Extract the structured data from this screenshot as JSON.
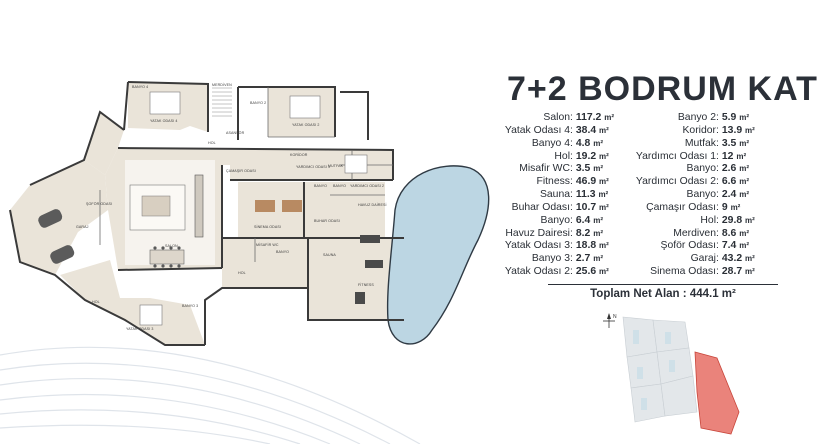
{
  "header": {
    "title": "7+2 BODRUM KAT"
  },
  "unit_symbol": "m²",
  "areas_left": [
    {
      "name": "Salon",
      "value": "117.2"
    },
    {
      "name": "Yatak Odası 4",
      "value": "38.4"
    },
    {
      "name": "Banyo 4",
      "value": "4.8"
    },
    {
      "name": "Hol",
      "value": "19.2"
    },
    {
      "name": "Misafir WC",
      "value": "3.5"
    },
    {
      "name": "Fitness",
      "value": "46.9"
    },
    {
      "name": "Sauna",
      "value": "11.3"
    },
    {
      "name": "Buhar Odası",
      "value": "10.7"
    },
    {
      "name": "Banyo",
      "value": "6.4"
    },
    {
      "name": "Havuz Dairesi",
      "value": "8.2"
    },
    {
      "name": "Yatak Odası 3",
      "value": "18.8"
    },
    {
      "name": "Banyo 3",
      "value": "2.7"
    },
    {
      "name": "Yatak Odası 2",
      "value": "25.6"
    }
  ],
  "areas_right": [
    {
      "name": "Banyo 2",
      "value": "5.9"
    },
    {
      "name": "Koridor",
      "value": "13.9"
    },
    {
      "name": "Mutfak",
      "value": "3.5"
    },
    {
      "name": "Yardımcı Odası 1",
      "value": "12"
    },
    {
      "name": "Banyo",
      "value": "2.6"
    },
    {
      "name": "Yardımcı Odası 2",
      "value": "6.6"
    },
    {
      "name": "Banyo",
      "value": "2.4"
    },
    {
      "name": "Çamaşır Odası",
      "value": "9"
    },
    {
      "name": "Hol",
      "value": "29.8"
    },
    {
      "name": "Merdiven",
      "value": "8.6"
    },
    {
      "name": "Şoför Odası",
      "value": "7.4"
    },
    {
      "name": "Garaj",
      "value": "43.2"
    },
    {
      "name": "Sinema Odası",
      "value": "28.7"
    }
  ],
  "total": {
    "label": "Toplam Net Alan",
    "value": "444.1"
  },
  "plan_labels": {
    "banyo4": "BANYO 4",
    "yatak4": "YATAK ODASI 4",
    "merdiven": "MERDİVEN",
    "banyo2": "BANYO 2",
    "yatak2": "YATAK ODASI 2",
    "asansor": "ASANSÖR",
    "hol_top": "HOL",
    "koridor": "KORİDOR",
    "camasir": "ÇAMAŞIR ODASI",
    "yardimci1": "YARDIMCI ODASI 1",
    "mutfak": "MUTFAK",
    "banyo_a": "BANYO",
    "banyo_b": "BANYO",
    "yardimci2": "YARDIMCI ODASI 2",
    "sofor": "ŞOFÖR ODASI",
    "garaj": "GARAJ",
    "salon": "SALON",
    "sinema": "SİNEMA ODASI",
    "misafir_wc": "MİSAFİR WC",
    "buhar": "BUHAR ODASI",
    "havuz": "HAVUZ DAİRESİ",
    "sauna": "SAUNA",
    "fitness": "FİTNESS",
    "banyo_c": "BANYO",
    "hol_low": "HOL",
    "hol_mid": "HOL",
    "yatak3": "YATAK ODASI 3",
    "banyo3": "BANYO 3"
  },
  "compass": {
    "label": "N"
  },
  "colors": {
    "room_fill": "#eae4d9",
    "wall": "#3a3a3a",
    "pool": "#bcd6e3",
    "highlight": "#e35a4f",
    "text": "#2b3038"
  }
}
